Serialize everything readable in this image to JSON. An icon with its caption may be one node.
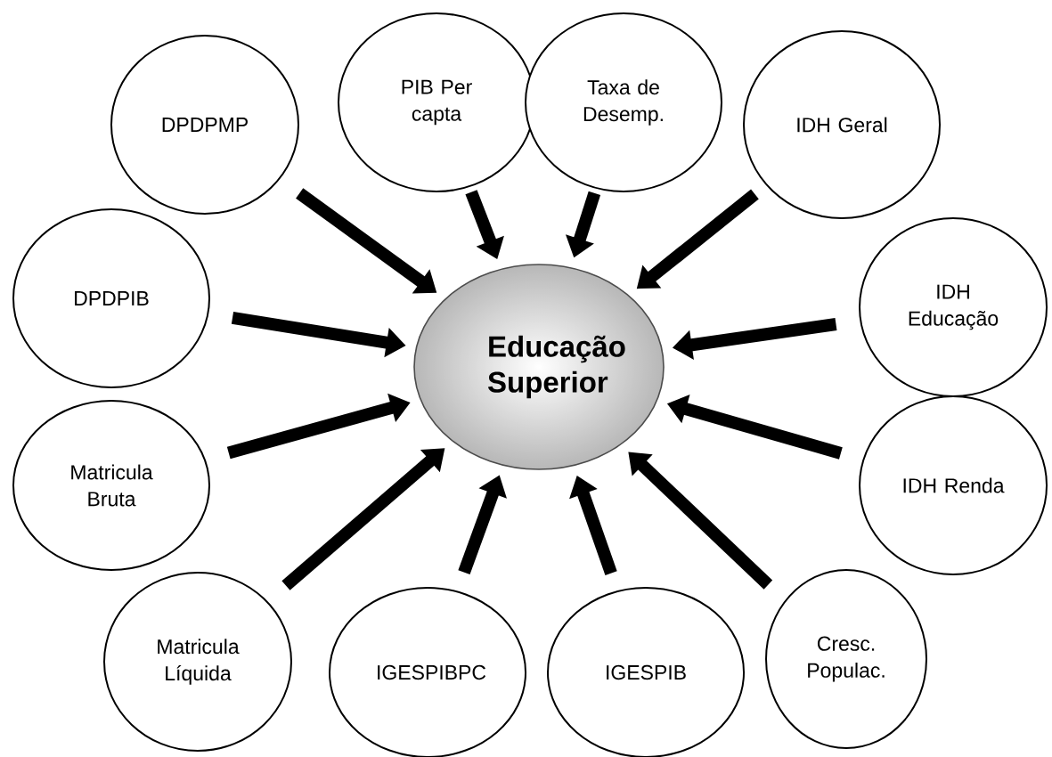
{
  "diagram": {
    "nodes": [
      {
        "text": [
          "Educação Superior"
        ]
      },
      {
        "text": [
          "DPDPMP"
        ]
      },
      {
        "text": [
          "PIB Per capta"
        ]
      },
      {
        "text": [
          "Taxa de Desemp."
        ]
      },
      {
        "text": [
          "IDH Geral"
        ]
      },
      {
        "text": [
          "DPDPIB"
        ]
      },
      {
        "text": [
          "IDH Educação"
        ]
      },
      {
        "text": [
          "Matricula Bruta"
        ]
      },
      {
        "text": [
          "IDH Renda"
        ]
      },
      {
        "text": [
          "Matricula Líquida"
        ]
      },
      {
        "text": [
          "IGESPIBPC"
        ]
      },
      {
        "text": [
          "IGESPIB"
        ]
      },
      {
        "text": [
          "Cresc. Populac."
        ]
      }
    ],
    "edges": [
      {
        "from": 1,
        "to": 0,
        "arrow": "to"
      },
      {
        "from": 2,
        "to": 0,
        "arrow": "to"
      },
      {
        "from": 3,
        "to": 0,
        "arrow": "to"
      },
      {
        "from": 4,
        "to": 0,
        "arrow": "to"
      },
      {
        "from": 5,
        "to": 0,
        "arrow": "to"
      },
      {
        "from": 6,
        "to": 0,
        "arrow": "to"
      },
      {
        "from": 7,
        "to": 0,
        "arrow": "to"
      },
      {
        "from": 8,
        "to": 0,
        "arrow": "to"
      },
      {
        "from": 9,
        "to": 0,
        "arrow": "to"
      },
      {
        "from": 10,
        "to": 0,
        "arrow": "to"
      },
      {
        "from": 11,
        "to": 0,
        "arrow": "to"
      },
      {
        "from": 12,
        "to": 0,
        "arrow": "to"
      }
    ]
  }
}
